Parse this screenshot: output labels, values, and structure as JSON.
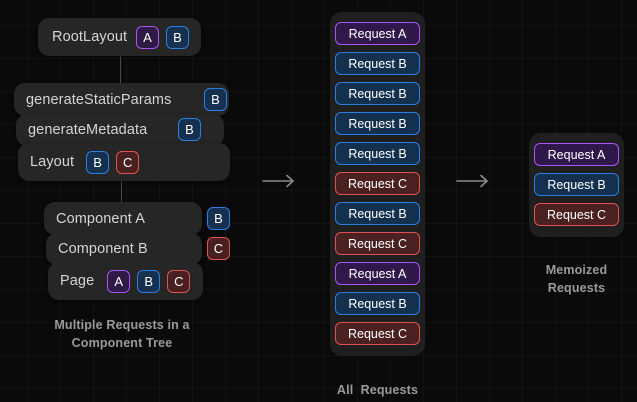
{
  "diagram": {
    "background_color": "#0a0a0a",
    "grid_color": "#1b1b1b"
  },
  "colors": {
    "request_a": "#a855f7",
    "request_b": "#2a7fe0",
    "request_c": "#e05252",
    "card_bg": "#262626",
    "panel_bg": "#1f1f1f",
    "label_text": "#d4d4d4",
    "caption_text": "#9a9a9a"
  },
  "component_tree": {
    "caption": "Multiple Requests in a\nComponent Tree",
    "caption_line1": "Multiple Requests in a",
    "caption_line2": "Component Tree",
    "nodes": [
      {
        "label": "RootLayout",
        "badges": [
          "A",
          "B"
        ]
      },
      {
        "label": "generateStaticParams",
        "badges": [
          "B"
        ]
      },
      {
        "label": "generateMetadata",
        "badges": [
          "B"
        ]
      },
      {
        "label": "Layout",
        "badges": [
          "B",
          "C"
        ]
      },
      {
        "label": "Component A",
        "badges": [
          "B"
        ]
      },
      {
        "label": "Component B",
        "badges": [
          "C"
        ]
      },
      {
        "label": "Page",
        "badges": [
          "A",
          "B",
          "C"
        ]
      }
    ]
  },
  "all_requests": {
    "caption": "All  Requests",
    "items": [
      {
        "label": "Request A",
        "kind": "a"
      },
      {
        "label": "Request B",
        "kind": "b"
      },
      {
        "label": "Request B",
        "kind": "b"
      },
      {
        "label": "Request B",
        "kind": "b"
      },
      {
        "label": "Request B",
        "kind": "b"
      },
      {
        "label": "Request C",
        "kind": "c"
      },
      {
        "label": "Request B",
        "kind": "b"
      },
      {
        "label": "Request C",
        "kind": "c"
      },
      {
        "label": "Request A",
        "kind": "a"
      },
      {
        "label": "Request B",
        "kind": "b"
      },
      {
        "label": "Request C",
        "kind": "c"
      }
    ]
  },
  "memoized_requests": {
    "caption_line1": "Memoized",
    "caption_line2": "Requests",
    "items": [
      {
        "label": "Request A",
        "kind": "a"
      },
      {
        "label": "Request B",
        "kind": "b"
      },
      {
        "label": "Request C",
        "kind": "c"
      }
    ]
  },
  "arrows": [
    {
      "name": "arrow-tree-to-all"
    },
    {
      "name": "arrow-all-to-memoized"
    }
  ]
}
